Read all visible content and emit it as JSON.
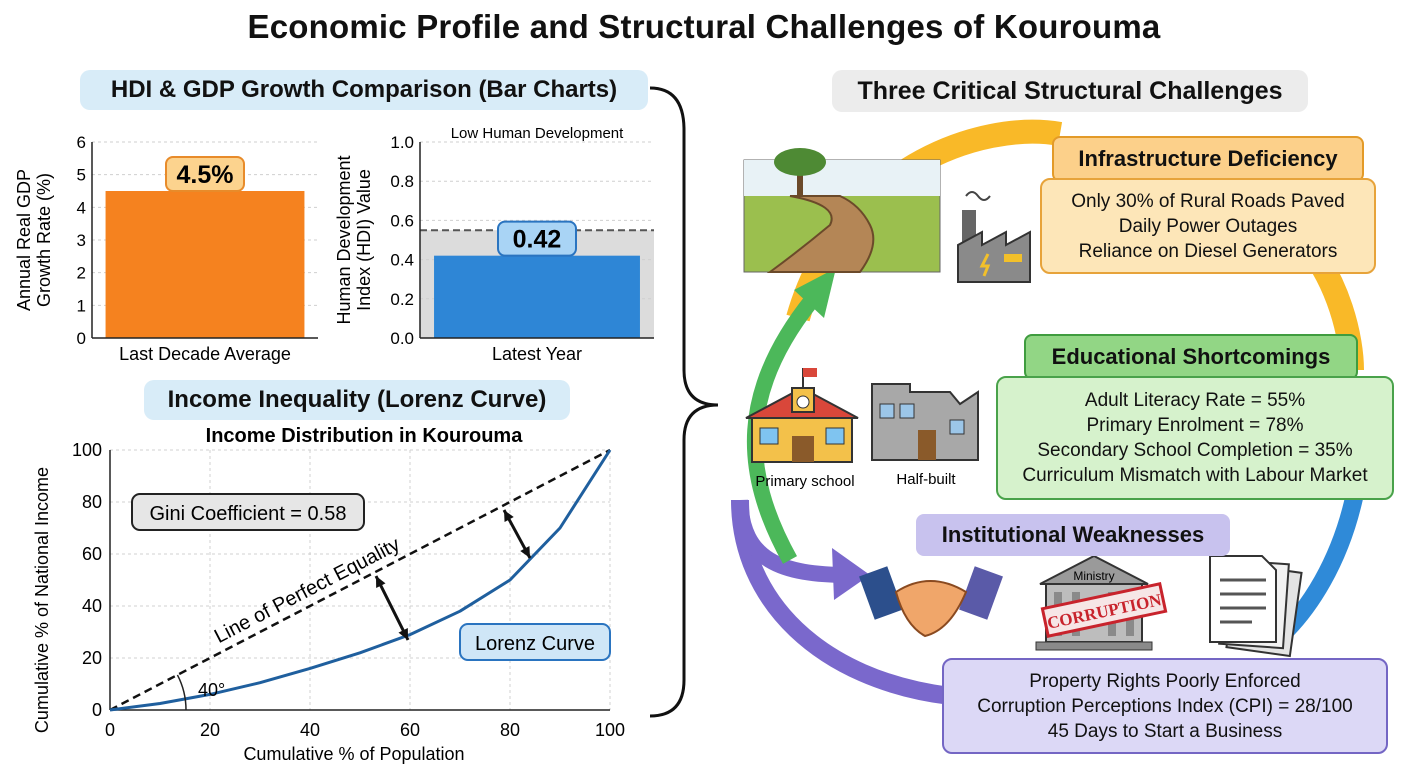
{
  "title": "Economic Profile and Structural Challenges of Kourouma",
  "sections": {
    "hdi_gdp": "HDI & GDP Growth Comparison (Bar Charts)",
    "lorenz": "Income Inequality (Lorenz Curve)",
    "challenges": "Three Critical Structural Challenges"
  },
  "chart_data": [
    {
      "type": "bar",
      "categories": [
        "Last Decade Average"
      ],
      "values": [
        4.5
      ],
      "data_label": "4.5%",
      "ylabel_lines": [
        "Annual Real GDP",
        "Growth Rate (%)"
      ],
      "ylim": [
        0,
        6
      ],
      "yticks": [
        "0",
        "1",
        "2",
        "3",
        "4",
        "5",
        "6"
      ],
      "grid": true,
      "color": "#f5821f"
    },
    {
      "type": "bar",
      "categories": [
        "Latest Year"
      ],
      "values": [
        0.42
      ],
      "data_label": "0.42",
      "ylabel_lines": [
        "Human Development",
        "Index (HDI) Value"
      ],
      "ylim": [
        0,
        1.0
      ],
      "yticks": [
        "0.0",
        "0.2",
        "0.4",
        "0.6",
        "0.8",
        "1.0"
      ],
      "band": {
        "from": 0,
        "to": 0.55,
        "label": "Low Human Development"
      },
      "grid": true,
      "color": "#2e86d6"
    },
    {
      "type": "line",
      "title": "Income Distribution in Kourouma",
      "xlabel": "Cumulative % of Population",
      "ylabel": "Cumulative % of National Income",
      "xlim": [
        0,
        100
      ],
      "ylim": [
        0,
        100
      ],
      "xticks": [
        "0",
        "20",
        "40",
        "60",
        "80",
        "100"
      ],
      "yticks": [
        "0",
        "20",
        "40",
        "60",
        "80",
        "100"
      ],
      "grid": true,
      "series": [
        {
          "name": "Line of Perfect Equality",
          "x": [
            0,
            100
          ],
          "y": [
            0,
            100
          ],
          "style": "dashed",
          "color": "#111111"
        },
        {
          "name": "Lorenz Curve",
          "x": [
            0,
            10,
            20,
            30,
            40,
            50,
            60,
            70,
            80,
            90,
            100
          ],
          "y": [
            0,
            2.5,
            6,
            10.5,
            16,
            22,
            29,
            38,
            50,
            70,
            100
          ],
          "color": "#1f5f9e"
        }
      ],
      "annotations": {
        "gini": "Gini Coefficient = 0.58",
        "angle": "40°"
      }
    }
  ],
  "challenges": {
    "infrastructure": {
      "title": "Infrastructure Deficiency",
      "lines": [
        "Only 30% of Rural Roads Paved",
        "Daily Power Outages",
        "Reliance on Diesel Generators"
      ]
    },
    "education": {
      "title": "Educational Shortcomings",
      "lines": [
        "Adult Literacy Rate = 55%",
        "Primary Enrolment = 78%",
        "Secondary School Completion = 35%",
        "Curriculum Mismatch with Labour Market"
      ],
      "icon_labels": [
        "Primary school",
        "Half-built"
      ]
    },
    "institutions": {
      "title": "Institutional Weaknesses",
      "lines": [
        "Property Rights Poorly Enforced",
        "Corruption Perceptions Index (CPI) = 28/100",
        "45 Days to Start a Business"
      ],
      "icon_labels": [
        "Ministry",
        "CORRUPTION"
      ]
    }
  },
  "colors": {
    "infra_arc": "#f9b928",
    "edu_arc": "#4cb85a",
    "inst_arc": "#7a68cc",
    "blue_arc": "#2f8ad8"
  }
}
